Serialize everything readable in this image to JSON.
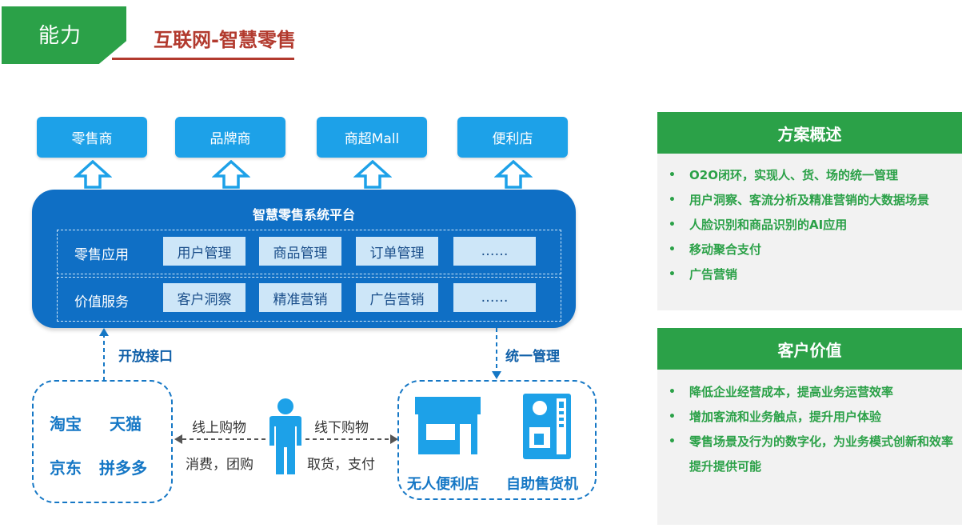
{
  "header": {
    "tab_label": "能力",
    "title": "互联网-智慧零售"
  },
  "top_boxes": [
    "零售商",
    "品牌商",
    "商超Mall",
    "便利店"
  ],
  "platform": {
    "title": "智慧零售系统平台",
    "rows": [
      {
        "label": "零售应用",
        "items": [
          "用户管理",
          "商品管理",
          "订单管理",
          "……"
        ]
      },
      {
        "label": "价值服务",
        "items": [
          "客户洞察",
          "精准营销",
          "广告营销",
          "……"
        ]
      }
    ]
  },
  "connectors": {
    "open_api": "开放接口",
    "unified_mgmt": "统一管理"
  },
  "online_platforms": [
    "淘宝",
    "天猫",
    "京东",
    "拼多多"
  ],
  "online": {
    "title": "线上购物",
    "desc": "消费，团购"
  },
  "offline": {
    "title": "线下购物",
    "desc": "取货，支付"
  },
  "stores": {
    "convenience": "无人便利店",
    "vending": "自助售货机"
  },
  "right_panel": {
    "overview": {
      "title": "方案概述",
      "items": [
        "O2O闭环，实现人、货、场的统一管理",
        "用户洞察、客流分析及精准营销的大数据场景",
        "人脸识别和商品识别的AI应用",
        "移动聚合支付",
        "广告营销"
      ]
    },
    "value": {
      "title": "客户价值",
      "items": [
        "降低企业经营成本，提高业务运营效率",
        "增加客流和业务触点，提升用户体验",
        "零售场景及行为的数字化，为业务模式创新和效率提升提供可能"
      ]
    }
  },
  "colors": {
    "green": "#2ba148",
    "blue_dark": "#0f6fc5",
    "blue_light": "#1da1e8",
    "red_title": "#b23a2e"
  }
}
